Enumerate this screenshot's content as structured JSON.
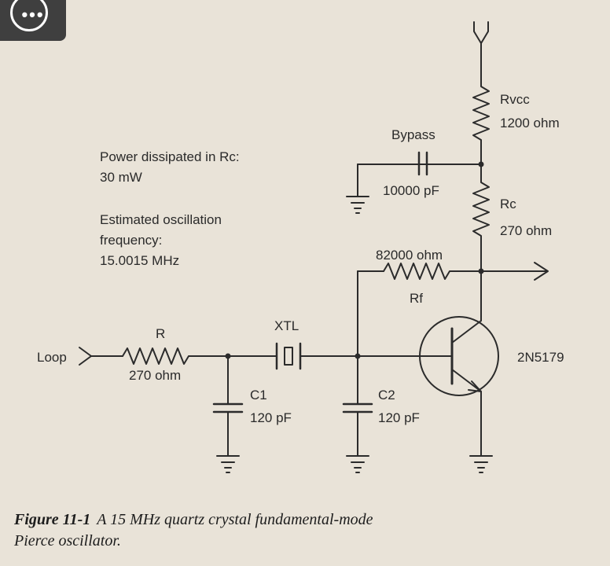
{
  "ui": {
    "menu_icon": "ellipsis-icon"
  },
  "notes": {
    "power_line1": "Power dissipated in Rc:",
    "power_line2": "30 mW",
    "freq_line1": "Estimated oscillation",
    "freq_line2": "frequency:",
    "freq_line3": "15.0015 MHz"
  },
  "components": {
    "rvcc_name": "Rvcc",
    "rvcc_value": "1200 ohm",
    "bypass_name": "Bypass",
    "bypass_value": "10000 pF",
    "rc_name": "Rc",
    "rc_value": "270 ohm",
    "rf_value": "82000 ohm",
    "rf_name": "Rf",
    "xtl_name": "XTL",
    "r_name": "R",
    "r_value": "270 ohm",
    "c1_name": "C1",
    "c1_value": "120 pF",
    "c2_name": "C2",
    "c2_value": "120 pF",
    "transistor": "2N5179",
    "loop_label": "Loop"
  },
  "caption": {
    "figure": "Figure 11-1",
    "text_line1": "A 15 MHz quartz crystal fundamental-mode",
    "text_line2": "Pierce oscillator."
  }
}
